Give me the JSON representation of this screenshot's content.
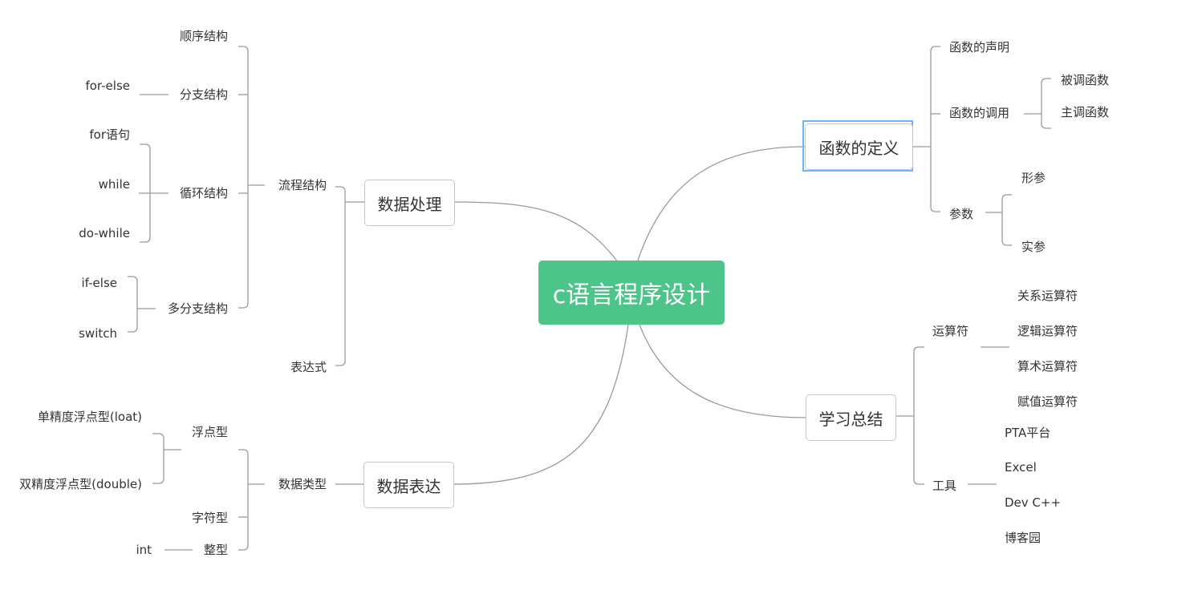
{
  "root": "c语言程序设计",
  "data_processing": {
    "label": "数据处理",
    "flow": {
      "label": "流程结构",
      "sequence": "顺序结构",
      "branch": {
        "label": "分支结构",
        "child": "for-else"
      },
      "loop": {
        "label": "循环结构",
        "children": [
          "for语句",
          "while",
          "do-while"
        ]
      },
      "multi_branch": {
        "label": "多分支结构",
        "children": [
          "if-else",
          "switch"
        ]
      }
    },
    "expression": "表达式"
  },
  "data_expression": {
    "label": "数据表达",
    "types": {
      "label": "数据类型",
      "float": {
        "label": "浮点型",
        "children": [
          "单精度浮点型(loat)",
          "双精度浮点型(double)"
        ]
      },
      "char": "字符型",
      "integer": {
        "label": "整型",
        "child": "int"
      }
    }
  },
  "function_def": {
    "label": "函数的定义",
    "declaration": "函数的声明",
    "call": {
      "label": "函数的调用",
      "children": [
        "被调函数",
        "主调函数"
      ]
    },
    "params": {
      "label": "参数",
      "children": [
        "形参",
        "实参"
      ]
    }
  },
  "summary": {
    "label": "学习总结",
    "operators": {
      "label": "运算符",
      "children": [
        "关系运算符",
        "逻辑运算符",
        "算术运算符",
        "赋值运算符"
      ]
    },
    "tools": {
      "label": "工具",
      "children": [
        "PTA平台",
        "Excel",
        "Dev C++",
        "博客园"
      ]
    }
  }
}
